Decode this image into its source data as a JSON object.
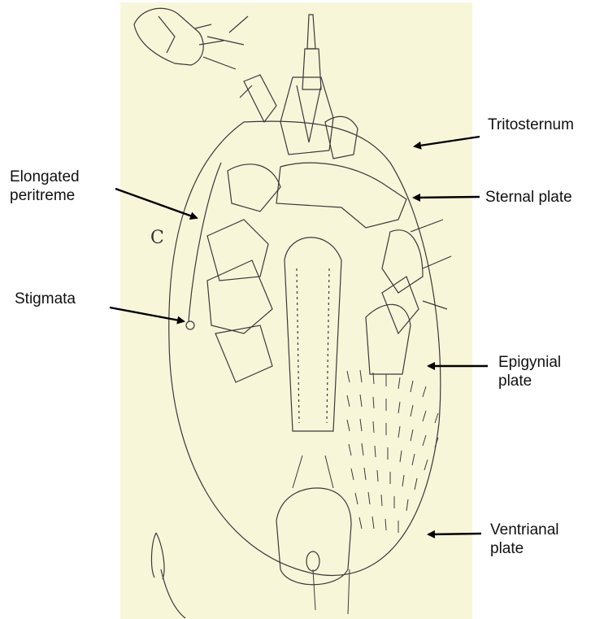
{
  "panel_letter": "C",
  "labels": {
    "tritosternum": "Tritosternum",
    "sternal_plate": "Sternal plate",
    "elongated_peritreme_line1": "Elongated",
    "elongated_peritreme_line2": "peritreme",
    "stigmata": "Stigmata",
    "epigynial_plate_line1": "Epigynial",
    "epigynial_plate_line2": "plate",
    "ventrianal_plate_line1": "Ventrianal",
    "ventrianal_plate_line2": "plate"
  },
  "colors": {
    "plate_background": "#f8f6d9",
    "drawing_ink": "#3a3a3a",
    "arrow": "#000000",
    "text": "#111111"
  }
}
